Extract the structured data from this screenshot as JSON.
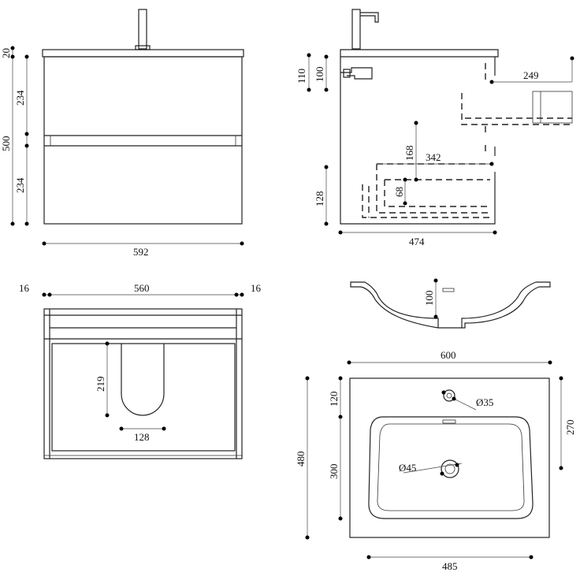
{
  "front_view": {
    "width": "592",
    "height_total": "500",
    "top": "20",
    "drawer_top": "234",
    "drawer_bottom": "234"
  },
  "side_view": {
    "h_110": "110",
    "h_100": "100",
    "depth_249": "249",
    "h_168": "168",
    "depth_342": "342",
    "h_68": "68",
    "h_128": "128",
    "depth": "474"
  },
  "top_view": {
    "left_side": "16",
    "inner_width": "560",
    "right_side": "16",
    "cutout_depth": "219",
    "cutout_width": "128"
  },
  "basin_section": {
    "height": "100"
  },
  "basin_plan": {
    "width": "600",
    "tap_offset": "120",
    "tap_hole": "Ø35",
    "bowl_depth": "270",
    "depth": "480",
    "bowl_length": "300",
    "drain": "Ø45",
    "bowl_width": "485"
  }
}
